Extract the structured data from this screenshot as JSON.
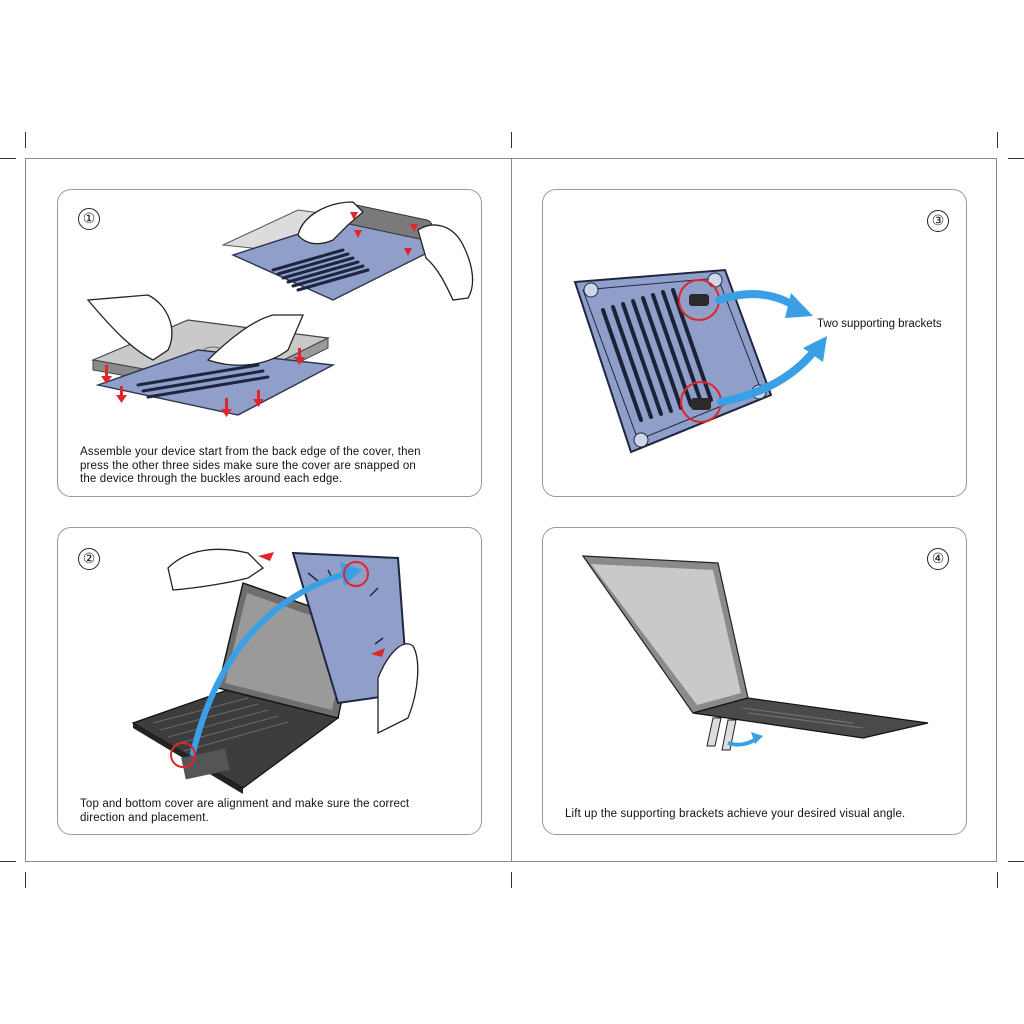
{
  "steps": [
    {
      "number": "①",
      "caption_lines": [
        "Assemble your device start from the back edge of the cover, then",
        "press the other three sides make sure the cover are snapped on",
        "the device through the buckles around each edge."
      ]
    },
    {
      "number": "②",
      "caption_lines": [
        "Top and bottom cover are alignment and make sure the correct",
        "direction and placement."
      ]
    },
    {
      "number": "③",
      "callout": "Two supporting brackets"
    },
    {
      "number": "④",
      "caption_lines": [
        "Lift up the supporting brackets achieve your desired visual angle."
      ]
    }
  ],
  "colors": {
    "case_blue": "#8f9fc9",
    "case_outline": "#2b3550",
    "arrow_blue": "#3aa0e6",
    "marker_red": "#e0262a",
    "laptop_gray": "#b8b8b8",
    "keyboard_dark": "#3d3d3d"
  }
}
